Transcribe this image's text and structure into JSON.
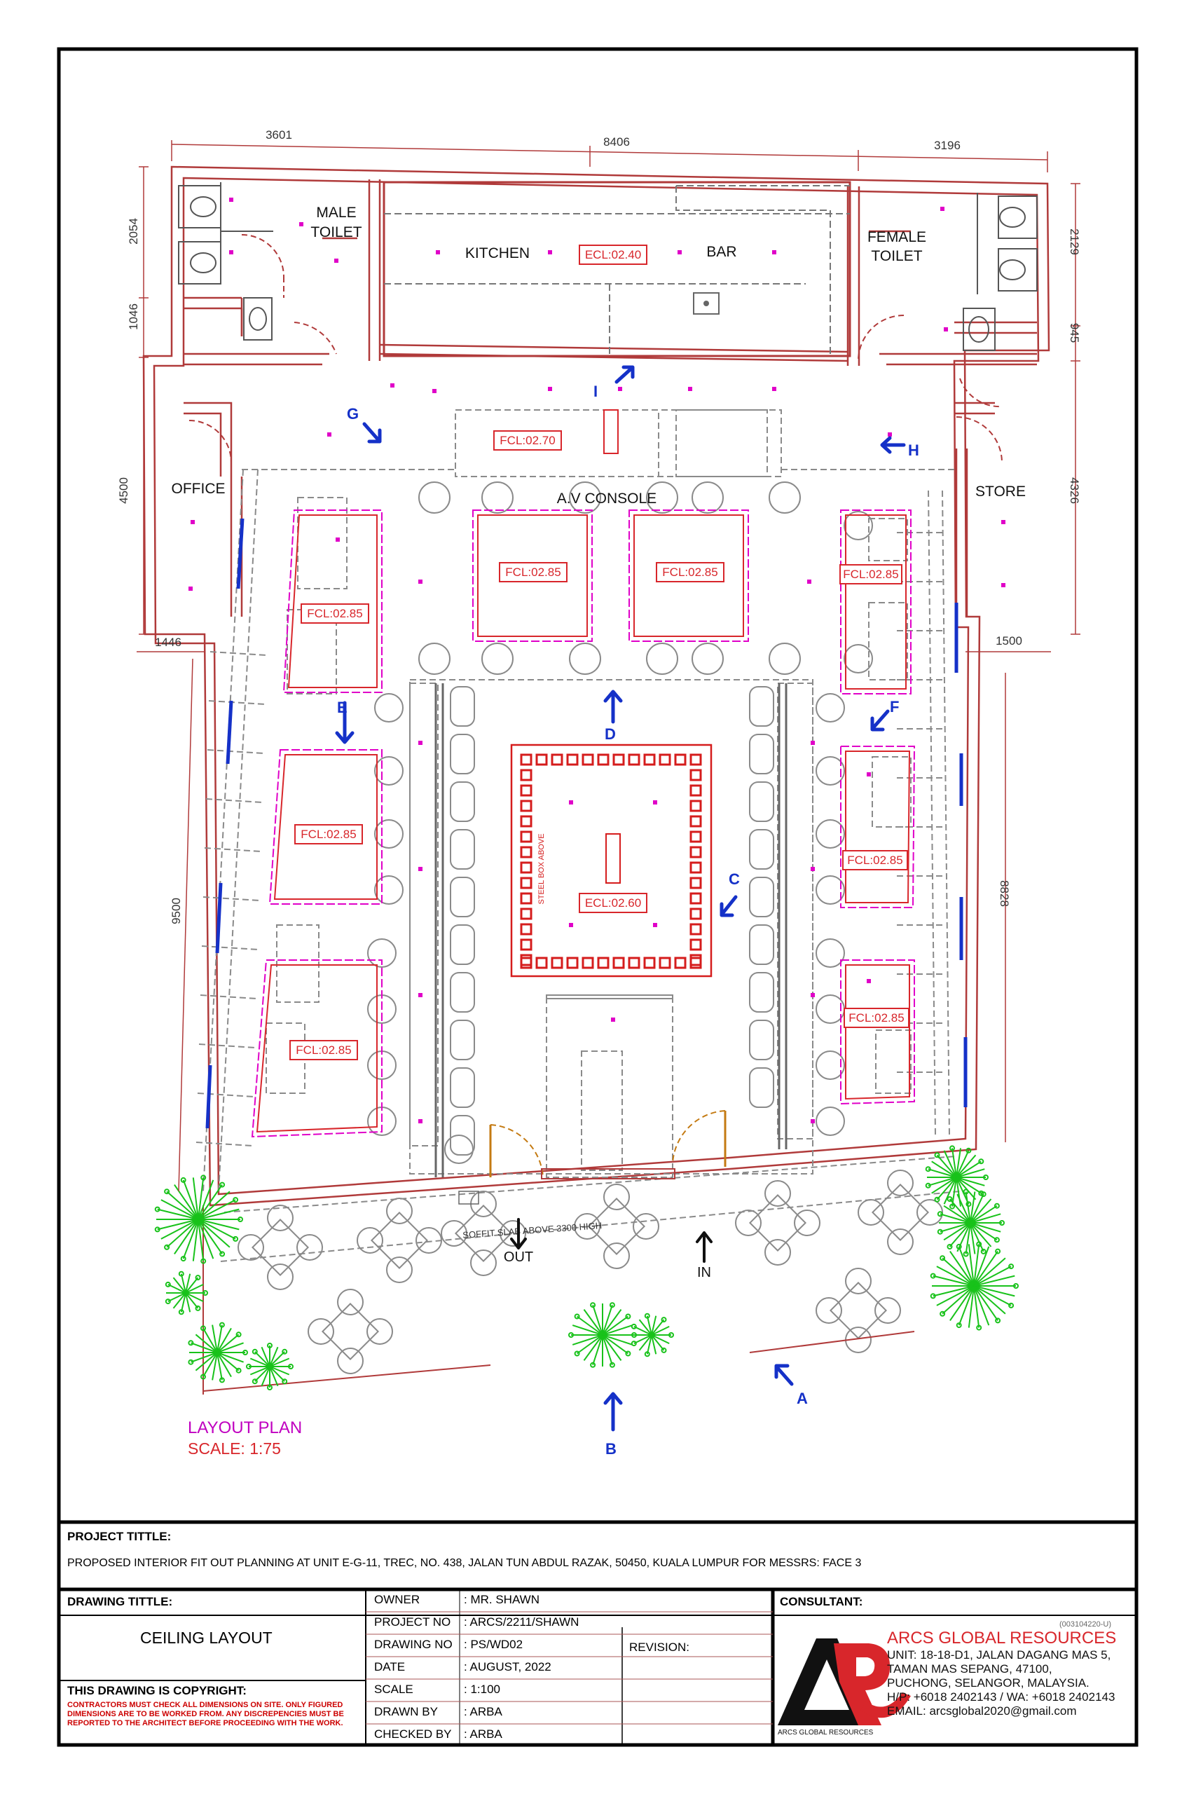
{
  "dimensions": {
    "top_left": "3601",
    "top_middle": "8406",
    "top_right": "3196",
    "left_upper": "2054",
    "left_mid": "1046",
    "left_office": "4500",
    "left_offset": "1446",
    "left_long": "9500",
    "right_upper": "2129",
    "right_mid": "945",
    "right_store": "4326",
    "right_offset": "1500",
    "right_long": "8828"
  },
  "rooms": {
    "male_toilet": [
      "MALE",
      "TOILET"
    ],
    "kitchen": "KITCHEN",
    "bar": "BAR",
    "female_toilet": [
      "FEMALE",
      "TOILET"
    ],
    "office": "OFFICE",
    "store": "STORE",
    "av_console": "A.V CONSOLE",
    "steel_box": "STEEL BOX ABOVE",
    "soffit": "SOFFIT SLAB ABOVE 3300 HIGH",
    "out": "OUT",
    "in": "IN"
  },
  "ceiling_tags": {
    "ecl_kitchen": "ECL:02.40",
    "fcl_av": "FCL:02.70",
    "fcl_center": "FCL:02.85",
    "ecl_center": "ECL:02.60"
  },
  "view_markers": [
    "A",
    "B",
    "C",
    "D",
    "E",
    "F",
    "G",
    "H",
    "I"
  ],
  "plan_title": "LAYOUT PLAN",
  "plan_scale": "SCALE: 1:75",
  "title_block": {
    "project_title_label": "PROJECT TITTLE:",
    "project_title": "PROPOSED INTERIOR FIT OUT PLANNING AT UNIT E-G-11, TREC, NO. 438, JALAN TUN ABDUL RAZAK, 50450, KUALA LUMPUR FOR MESSRS: FACE 3",
    "drawing_title_label": "DRAWING TITTLE:",
    "drawing_title": "CEILING LAYOUT",
    "copyright_label": "THIS DRAWING IS COPYRIGHT:",
    "copyright_text": "CONTRACTORS MUST CHECK ALL DIMENSIONS ON SITE. ONLY FIGURED DIMENSIONS ARE TO BE WORKED FROM. ANY DISCREPENCIES MUST BE REPORTED TO THE ARCHITECT BEFORE PROCEEDING WITH THE WORK.",
    "fields": [
      {
        "label": "OWNER",
        "value": ": MR. SHAWN"
      },
      {
        "label": "PROJECT NO",
        "value": ": ARCS/2211/SHAWN"
      },
      {
        "label": "DRAWING NO",
        "value": ": PS/WD02"
      },
      {
        "label": "DATE",
        "value": ": AUGUST, 2022"
      },
      {
        "label": "SCALE",
        "value": ": 1:100"
      },
      {
        "label": "DRAWN BY",
        "value": ": ARBA"
      },
      {
        "label": "CHECKED BY",
        "value": ": ARBA"
      }
    ],
    "revision_label": "REVISION:",
    "consultant_label": "CONSULTANT:",
    "company_reg": "(003104220-U)",
    "company_name": "ARCS GLOBAL RESOURCES",
    "address": [
      "UNIT: 18-18-D1, JALAN DAGANG MAS 5,",
      "TAMAN MAS SEPANG, 47100,",
      "PUCHONG, SELANGOR, MALAYSIA.",
      "H/P: +6018 2402143 / WA: +6018 2402143",
      "EMAIL: arcsglobal2020@gmail.com"
    ],
    "logo_caption": "ARCS GLOBAL RESOURCES"
  },
  "colors": {
    "wall": "#b03a3a",
    "tag": "#d8262b",
    "light": "#e000c8",
    "arrow": "#1531c8",
    "tree": "#18c21a",
    "tile": "#d51c1c",
    "door": "#c47a12",
    "furniture": "#8a8a8a"
  }
}
